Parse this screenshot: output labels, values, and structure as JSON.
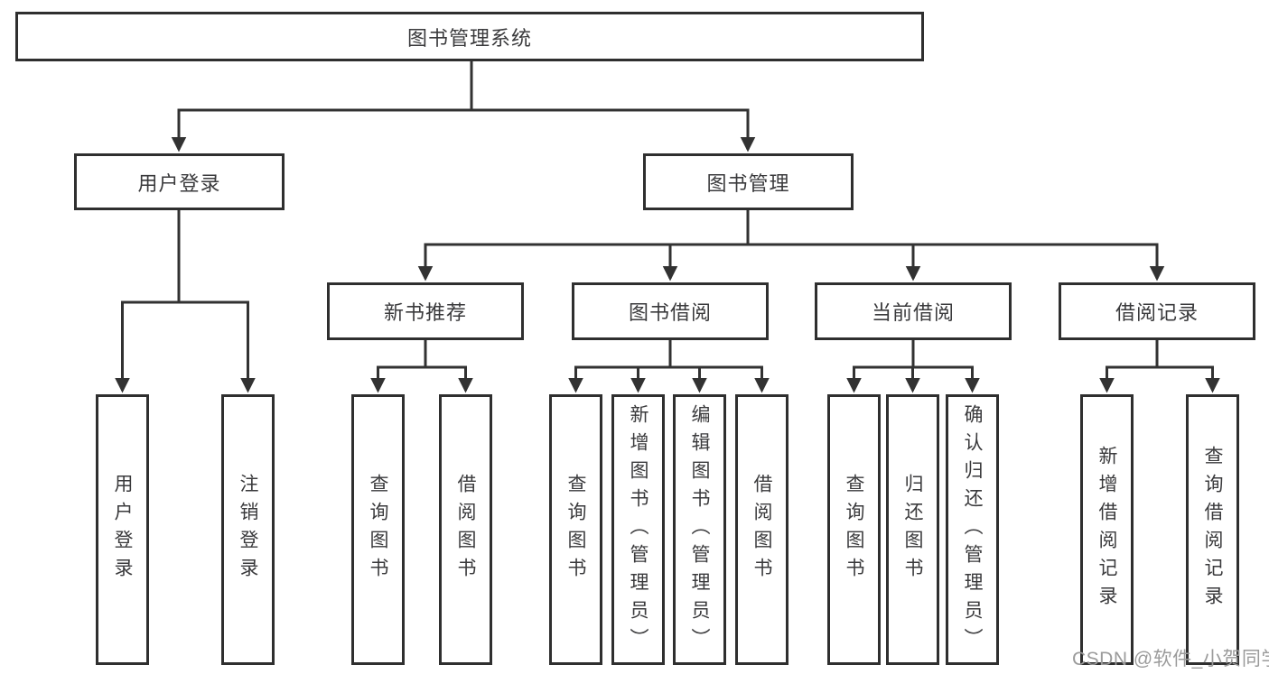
{
  "diagram": {
    "title": "图书管理系统",
    "watermark": "CSDN @软件_小贺同学",
    "colors": {
      "line": "#323232",
      "border": "#2f2f2f",
      "text": "#3a3a3c",
      "watermark": "#9b9b9b",
      "background": "#ffffff"
    },
    "nodes": {
      "root": "图书管理系统",
      "user_login": "用户登录",
      "book_mgmt": "图书管理",
      "new_book_rec": "新书推荐",
      "book_borrow": "图书借阅",
      "current_borrow": "当前借阅",
      "borrow_record": "借阅记录",
      "ul_login": "用户登录",
      "ul_logout": "注销登录",
      "nb_query": "查询图书",
      "nb_borrow": "借阅图书",
      "bb_query": "查询图书",
      "bb_add": "新增图书（管理员）",
      "bb_edit": "编辑图书（管理员）",
      "bb_borrow": "借阅图书",
      "cb_query": "查询图书",
      "cb_return": "归还图书",
      "cb_confirm": "确认归还（管理员）",
      "br_add": "新增借阅记录",
      "br_query": "查询借阅记录"
    },
    "structure": {
      "图书管理系统": {
        "用户登录": [
          "用户登录",
          "注销登录"
        ],
        "图书管理": {
          "新书推荐": [
            "查询图书",
            "借阅图书"
          ],
          "图书借阅": [
            "查询图书",
            "新增图书（管理员）",
            "编辑图书（管理员）",
            "借阅图书"
          ],
          "当前借阅": [
            "查询图书",
            "归还图书",
            "确认归还（管理员）"
          ],
          "借阅记录": [
            "新增借阅记录",
            "查询借阅记录"
          ]
        }
      }
    }
  }
}
